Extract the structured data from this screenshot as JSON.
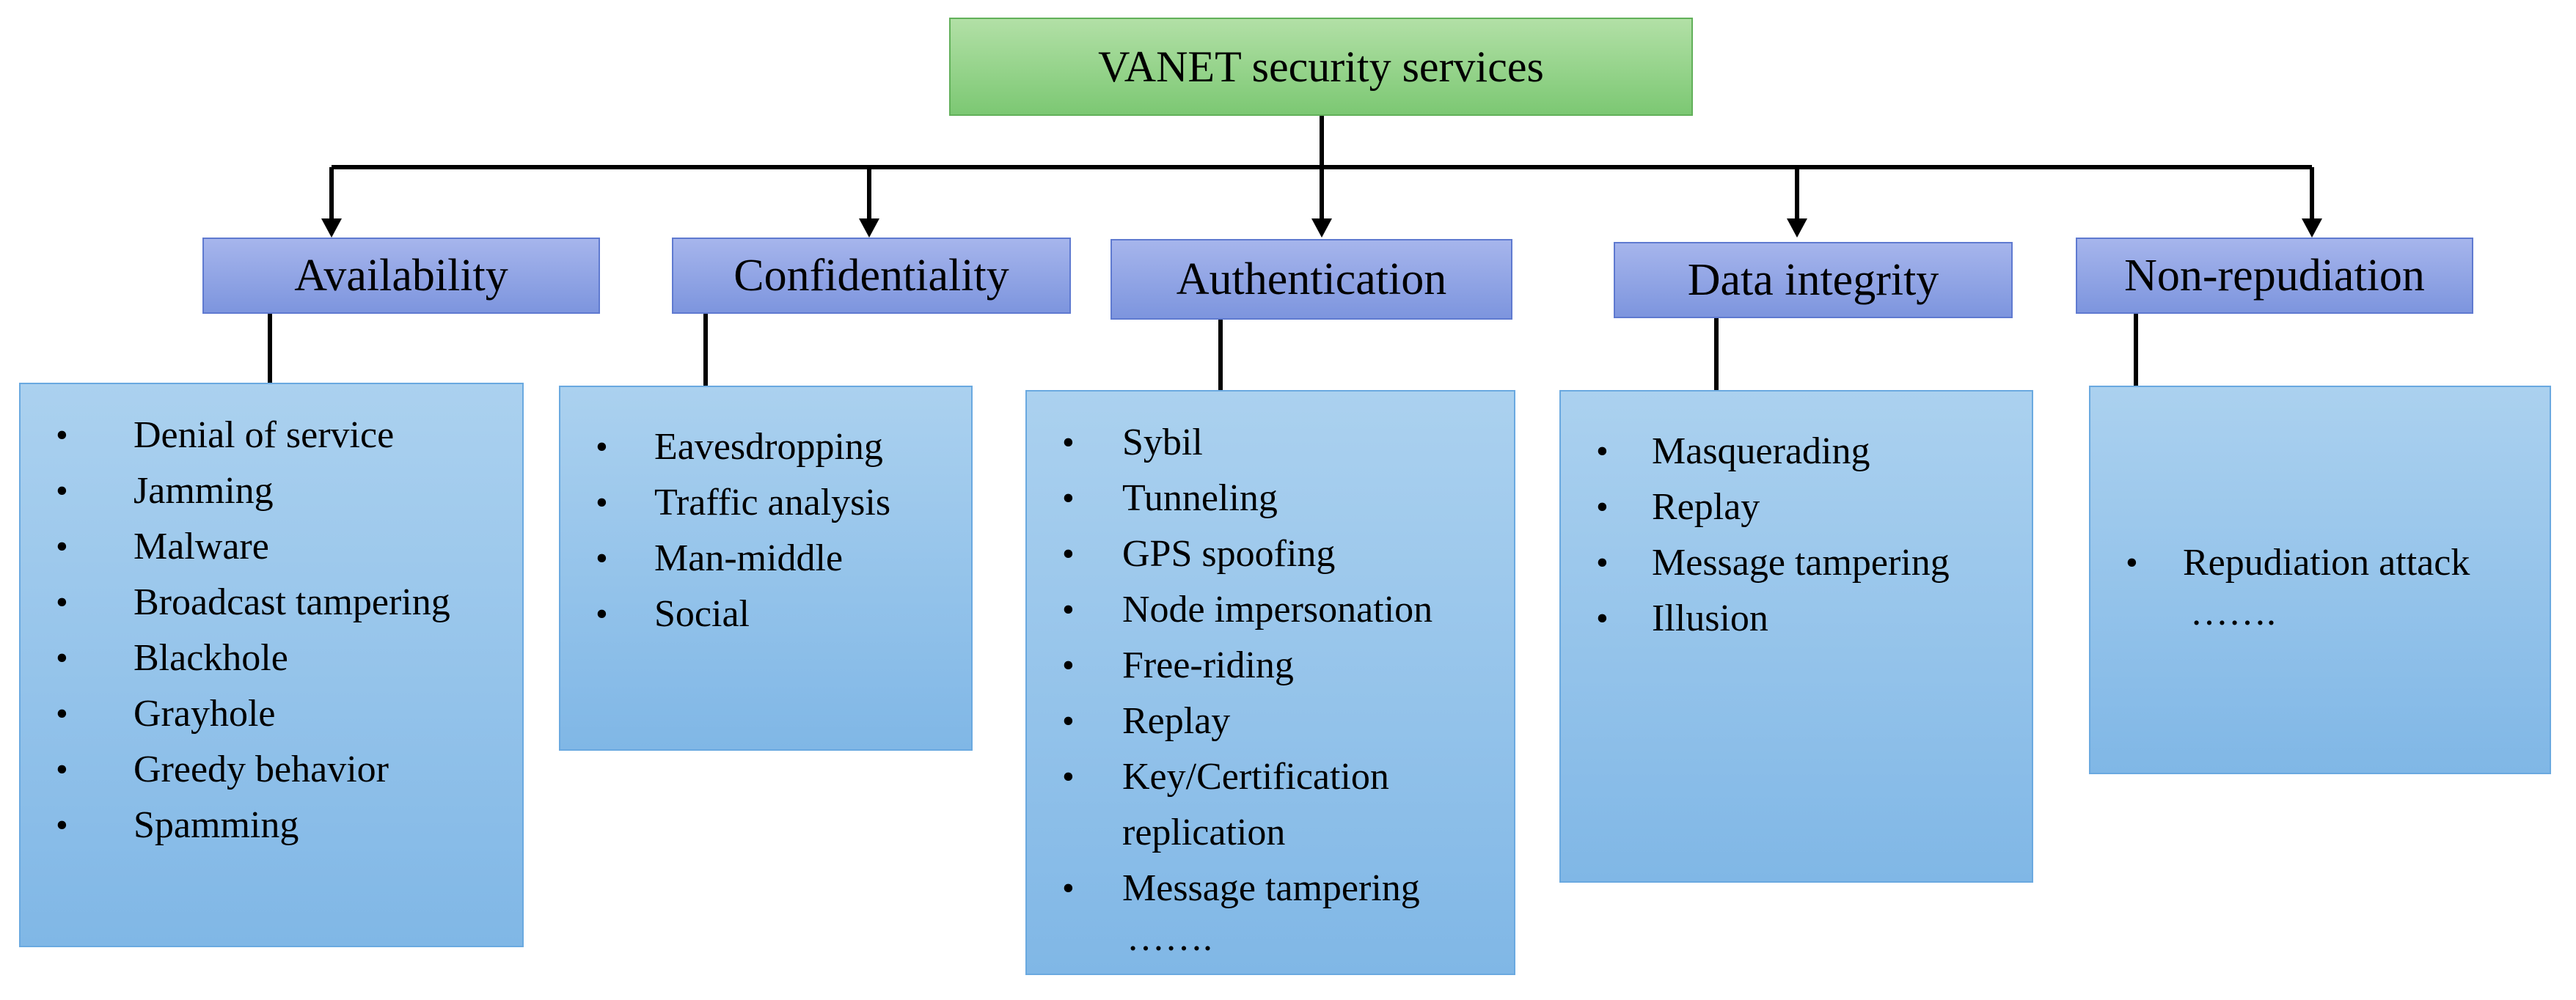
{
  "root": {
    "label": "VANET security services"
  },
  "categories": [
    {
      "label": "Availability",
      "items": [
        "Denial of service",
        "Jamming",
        "Malware",
        "Broadcast tampering",
        "Blackhole",
        "Grayhole",
        "Greedy behavior",
        "Spamming"
      ],
      "more": ""
    },
    {
      "label": "Confidentiality",
      "items": [
        "Eavesdropping",
        "Traffic analysis",
        "Man-middle",
        "Social"
      ],
      "more": ""
    },
    {
      "label": "Authentication",
      "items": [
        "Sybil",
        "Tunneling",
        "GPS spoofing",
        "Node impersonation",
        "Free-riding",
        "Replay",
        "Key/Certification",
        "Message tampering"
      ],
      "item_continuation": "replication",
      "more": "……."
    },
    {
      "label": "Data integrity",
      "items": [
        "Masquerading",
        "Replay",
        "Message tampering",
        "Illusion"
      ],
      "more": ""
    },
    {
      "label": "Non-repudiation",
      "items": [
        "Repudiation attack"
      ],
      "more": "……."
    }
  ]
}
